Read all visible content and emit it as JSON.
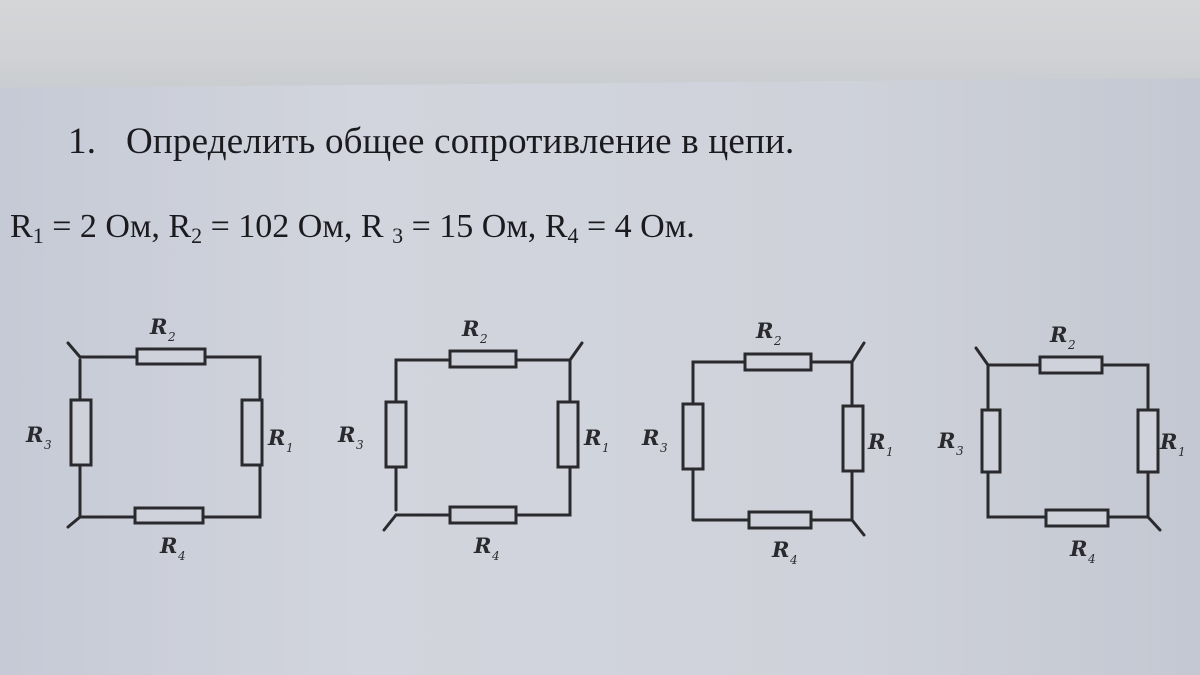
{
  "problem": {
    "number": "1.",
    "statement": "Определить общее сопротивление в цепи.",
    "given": [
      {
        "symbol": "R",
        "index": "1",
        "value": "= 2 Ом,"
      },
      {
        "symbol": "R",
        "index": "2",
        "value": "= 102 Ом,"
      },
      {
        "symbol": "R ",
        "index": "3",
        "value": "= 15 Ом,"
      },
      {
        "symbol": "R",
        "index": "4",
        "value": "= 4 Ом."
      }
    ]
  },
  "circuits": [
    {
      "top": "R",
      "top_sub": "2",
      "left": "R",
      "left_sub": "3",
      "right": "R",
      "right_sub": "1",
      "bottom": "R",
      "bottom_sub": "4"
    },
    {
      "top": "R",
      "top_sub": "2",
      "left": "R",
      "left_sub": "3",
      "right": "R",
      "right_sub": "1",
      "bottom": "R",
      "bottom_sub": "4"
    },
    {
      "top": "R",
      "top_sub": "2",
      "left": "R",
      "left_sub": "3",
      "right": "R",
      "right_sub": "1",
      "bottom": "R",
      "bottom_sub": "4"
    },
    {
      "top": "R",
      "top_sub": "2",
      "left": "R",
      "left_sub": "3",
      "right": "R",
      "right_sub": "1",
      "bottom": "R",
      "bottom_sub": "4"
    }
  ],
  "colors": {
    "ink": "#1b1b1f",
    "paper": "#cfd2da",
    "desk": "#d4d6d8"
  }
}
